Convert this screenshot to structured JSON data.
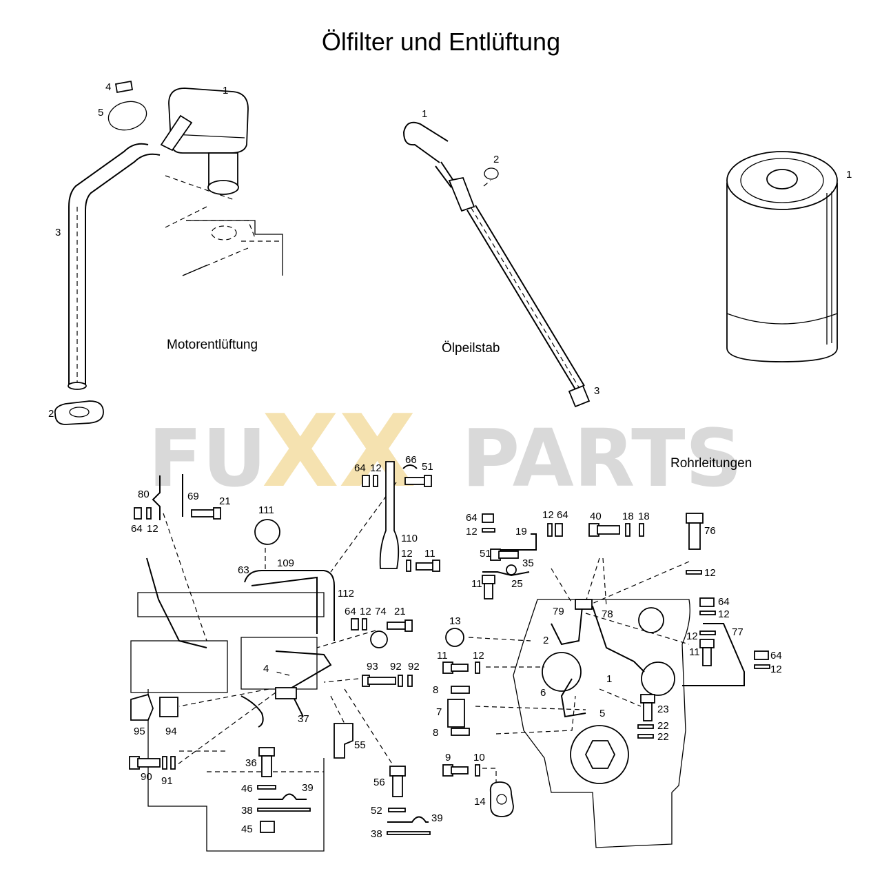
{
  "title": "Ölfilter und Entlüftung",
  "sections": {
    "motorentlueftung": "Motorentlüftung",
    "oelpeilstab": "Ölpeilstab",
    "rohrleitungen": "Rohrleitungen"
  },
  "watermark": {
    "left": "FU",
    "mid": "XX",
    "right": "PARTS",
    "gray": "#d9d9d9",
    "yellow": "#f5e2b0"
  },
  "motor_labels": {
    "l1": "1",
    "l2": "2",
    "l3": "3",
    "l4": "4",
    "l5": "5"
  },
  "dipstick_labels": {
    "l1": "1",
    "l2": "2",
    "l3": "3"
  },
  "filter_labels": {
    "l1": "1"
  },
  "left_group_labels": {
    "l80": "80",
    "l69": "69",
    "l21a": "21",
    "l64a": "64",
    "l12a": "12",
    "l111": "111",
    "l64b": "64",
    "l12b": "12",
    "l66": "66",
    "l51": "51",
    "l110": "110",
    "l12c": "12",
    "l11": "11",
    "l63": "63",
    "l109": "109",
    "l112": "112",
    "l64c": "64",
    "l12d": "12",
    "l74": "74",
    "l21b": "21",
    "l93": "93",
    "l92a": "92",
    "l92b": "92",
    "l4": "4",
    "l37": "37",
    "l55": "55",
    "l95": "95",
    "l94": "94",
    "l90": "90",
    "l91": "91",
    "l36": "36",
    "l46": "46",
    "l39a": "39",
    "l38a": "38",
    "l45": "45",
    "l56": "56",
    "l52": "52",
    "l39b": "39",
    "l38b": "38"
  },
  "right_group_labels": {
    "l64a": "64",
    "l12a": "12",
    "l19": "19",
    "l12b": "12",
    "l64b": "64",
    "l40": "40",
    "l18a": "18",
    "l18b": "18",
    "l76": "76",
    "l12c": "12",
    "l51": "51",
    "l35": "35",
    "l25": "25",
    "l11a": "11",
    "l79": "79",
    "l78": "78",
    "l64c": "64",
    "l12d": "12",
    "l12e": "12",
    "l77": "77",
    "l11b": "11",
    "l64d": "64",
    "l12f": "12",
    "l13": "13",
    "l11c": "11",
    "l12g": "12",
    "l2": "2",
    "l1": "1",
    "l6": "6",
    "l5": "5",
    "l23": "23",
    "l8a": "8",
    "l7": "7",
    "l8b": "8",
    "l22a": "22",
    "l22b": "22",
    "l9": "9",
    "l10": "10",
    "l14": "14"
  }
}
